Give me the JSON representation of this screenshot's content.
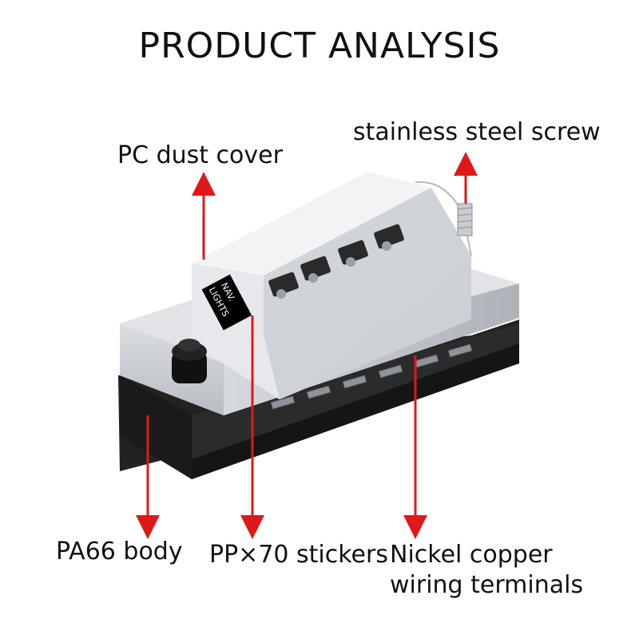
{
  "title": "PRODUCT  ANALYSIS",
  "labels": {
    "stainless_screw": "stainless steel screw",
    "dust_cover": "PC dust cover",
    "pa66_body": "PA66 body",
    "stickers": "PP×70 stickers",
    "terminals_line1": "Nickel copper",
    "terminals_line2": "wiring terminals"
  },
  "sticker_text": {
    "line1": "NAV.",
    "line2": "LIGHTS"
  },
  "colors": {
    "arrow": "#e01818",
    "body": "#1a1a1a",
    "cover": "#e9ebee"
  }
}
